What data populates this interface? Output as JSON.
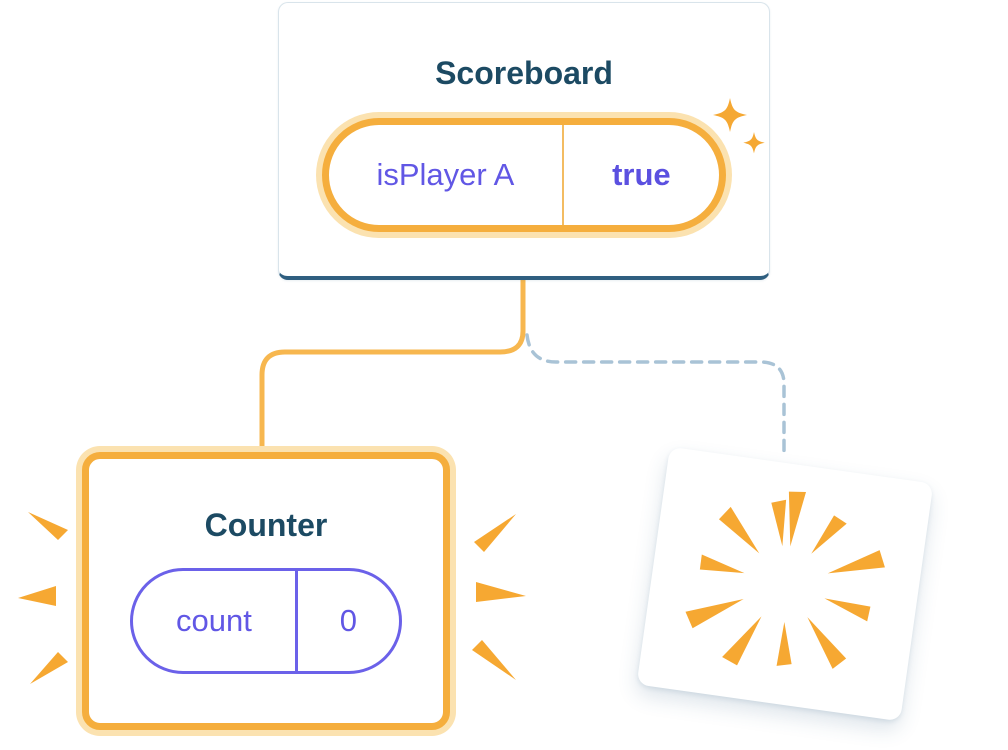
{
  "scoreboard": {
    "title": "Scoreboard",
    "state": {
      "name": "isPlayer A",
      "value": "true"
    }
  },
  "counter": {
    "title": "Counter",
    "state": {
      "name": "count",
      "value": "0"
    }
  },
  "icons": {
    "sparkle": "sparkle-icon",
    "emphasis_burst": "burst-icon",
    "poof": "poof-burst-icon"
  },
  "colors": {
    "highlight_orange": "#F5AE3D",
    "highlight_halo": "#FBE2B0",
    "burst_orange": "#F6A832",
    "state_purple": "#6157E5",
    "state_border_purple": "#6B61E9",
    "title_navy": "#1C4A63",
    "card_bottom_edge": "#2F5F80",
    "dashed_connector_blue": "#A9C3D6",
    "solid_connector_orange": "#F7B74F"
  }
}
